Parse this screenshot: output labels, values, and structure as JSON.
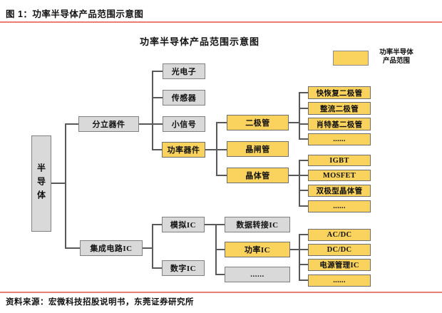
{
  "figure": {
    "caption": "图 1：功率半导体产品范围示意图",
    "source": "资料来源：宏微科技招股说明书，东莞证券研究所"
  },
  "chart": {
    "title": "功率半导体产品范围示意图",
    "legend": {
      "swatch": "highlight-yellow",
      "line1": "功率半导体",
      "line2": "产品范围"
    }
  },
  "colors": {
    "highlight_fill": "#fad35f",
    "normal_fill": "#d9d9d9",
    "box_border": "#808080",
    "connector": "#595959",
    "rule_red": "#ec7d72"
  },
  "nodes": {
    "semiconductor": {
      "label": "半导体",
      "highlighted": false
    },
    "discrete": {
      "label": "分立器件",
      "highlighted": false
    },
    "opto": {
      "label": "光电子",
      "highlighted": false
    },
    "sensor": {
      "label": "传感器",
      "highlighted": false
    },
    "small_signal": {
      "label": "小信号",
      "highlighted": false
    },
    "power_device": {
      "label": "功率器件",
      "highlighted": true
    },
    "diode": {
      "label": "二极管",
      "highlighted": true
    },
    "thyristor": {
      "label": "晶闸管",
      "highlighted": true
    },
    "transistor": {
      "label": "晶体管",
      "highlighted": true
    },
    "frd": {
      "label": "快恢复二极管",
      "highlighted": true
    },
    "rectifier": {
      "label": "整流二极管",
      "highlighted": true
    },
    "schottky": {
      "label": "肖特基二极管",
      "highlighted": true
    },
    "diode_more": {
      "label": "......",
      "highlighted": true
    },
    "igbt": {
      "label": "IGBT",
      "highlighted": true
    },
    "mosfet": {
      "label": "MOSFET",
      "highlighted": true
    },
    "bjt": {
      "label": "双极型晶体管",
      "highlighted": true
    },
    "transistor_more": {
      "label": "......",
      "highlighted": true
    },
    "ic": {
      "label": "集成电路IC",
      "highlighted": false
    },
    "analog_ic": {
      "label": "模拟IC",
      "highlighted": false
    },
    "digital_ic": {
      "label": "数字IC",
      "highlighted": false
    },
    "data_ic": {
      "label": "数据转接IC",
      "highlighted": false
    },
    "power_ic": {
      "label": "功率IC",
      "highlighted": true
    },
    "analog_more": {
      "label": "......",
      "highlighted": false
    },
    "acdc": {
      "label": "AC/DC",
      "highlighted": true
    },
    "dcdc": {
      "label": "DC/DC",
      "highlighted": true
    },
    "pmic": {
      "label": "电源管理IC",
      "highlighted": true
    },
    "power_more": {
      "label": "......",
      "highlighted": true
    }
  },
  "hierarchy": {
    "半导体": [
      "分立器件",
      "集成电路IC"
    ],
    "分立器件": [
      "光电子",
      "传感器",
      "小信号",
      "功率器件"
    ],
    "功率器件": [
      "二极管",
      "晶闸管",
      "晶体管"
    ],
    "二极管": [
      "快恢复二极管",
      "整流二极管",
      "肖特基二极管",
      "......"
    ],
    "晶体管": [
      "IGBT",
      "MOSFET",
      "双极型晶体管",
      "......"
    ],
    "集成电路IC": [
      "模拟IC",
      "数字IC"
    ],
    "模拟IC": [
      "数据转接IC",
      "功率IC",
      "......"
    ],
    "功率IC": [
      "AC/DC",
      "DC/DC",
      "电源管理IC",
      "......"
    ]
  }
}
